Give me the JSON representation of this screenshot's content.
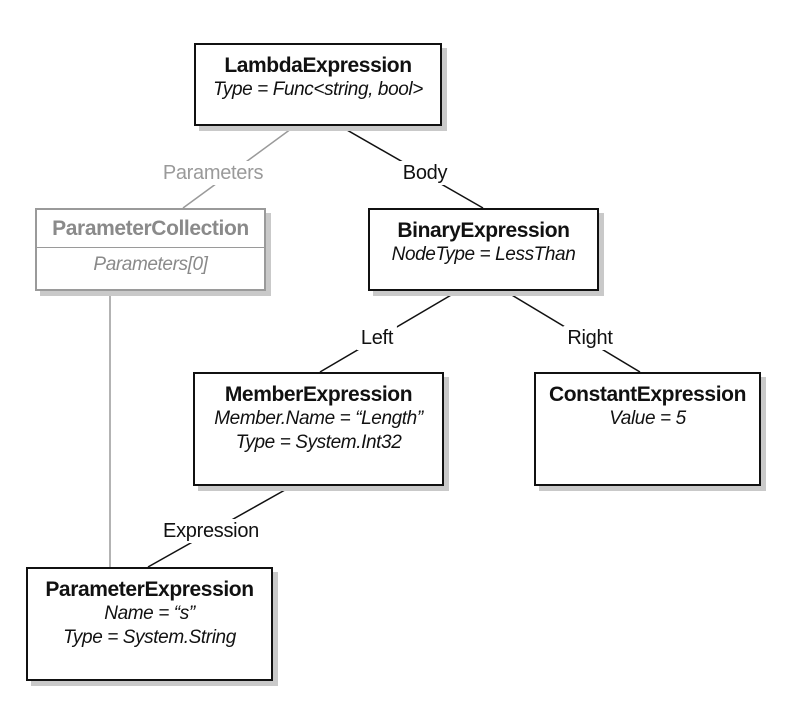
{
  "nodes": {
    "lambda": {
      "title": "LambdaExpression",
      "props": [
        "Type = Func<string, bool>"
      ]
    },
    "parameter_collection": {
      "title": "ParameterCollection",
      "props": [
        "Parameters[0]"
      ]
    },
    "binary": {
      "title": "BinaryExpression",
      "props": [
        "NodeType = LessThan"
      ]
    },
    "member": {
      "title": "MemberExpression",
      "props": [
        "Member.Name = “Length”",
        "Type = System.Int32"
      ]
    },
    "constant": {
      "title": "ConstantExpression",
      "props": [
        "Value = 5"
      ]
    },
    "parameter": {
      "title": "ParameterExpression",
      "props": [
        "Name = “s”",
        "Type = System.String"
      ]
    }
  },
  "edges": {
    "parameters": "Parameters",
    "body": "Body",
    "left": "Left",
    "right": "Right",
    "expression": "Expression"
  },
  "colors": {
    "line": "#111111",
    "muted": "#9a9a9a",
    "shadow": "#c9c9c9"
  }
}
